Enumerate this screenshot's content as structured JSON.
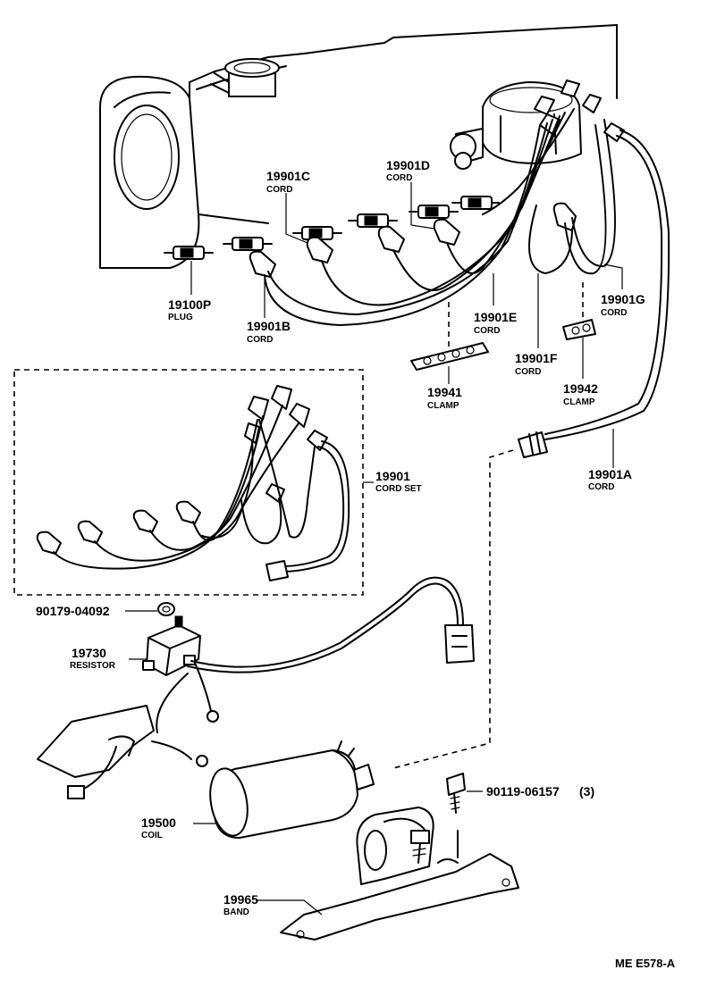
{
  "reference_code": "ME E578-A",
  "parts": {
    "p19100P": {
      "number": "19100P",
      "name": "PLUG"
    },
    "p19901B": {
      "number": "19901B",
      "name": "CORD"
    },
    "p19901C": {
      "number": "19901C",
      "name": "CORD"
    },
    "p19901D": {
      "number": "19901D",
      "name": "CORD"
    },
    "p19901E": {
      "number": "19901E",
      "name": "CORD"
    },
    "p19901F": {
      "number": "19901F",
      "name": "CORD"
    },
    "p19901G": {
      "number": "19901G",
      "name": "CORD"
    },
    "p19941": {
      "number": "19941",
      "name": "CLAMP"
    },
    "p19942": {
      "number": "19942",
      "name": "CLAMP"
    },
    "p19901": {
      "number": "19901",
      "name": "CORD SET"
    },
    "p19901A": {
      "number": "19901A",
      "name": "CORD"
    },
    "p90179": {
      "number": "90179-04092"
    },
    "p19730": {
      "number": "19730",
      "name": "RESISTOR"
    },
    "p90119": {
      "number": "90119-06157",
      "qty": "(3)"
    },
    "p19500": {
      "number": "19500",
      "name": "COIL"
    },
    "p19965": {
      "number": "19965",
      "name": "BAND"
    }
  }
}
